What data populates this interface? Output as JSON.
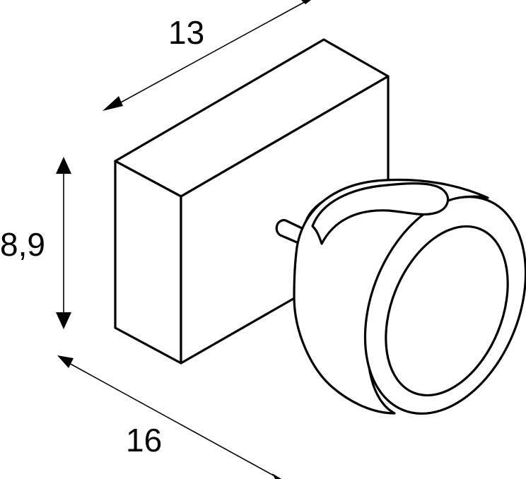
{
  "dimensions": {
    "depth": "13",
    "height": "8,9",
    "width": "16"
  },
  "colors": {
    "line": "#000000",
    "background": "#ffffff"
  }
}
